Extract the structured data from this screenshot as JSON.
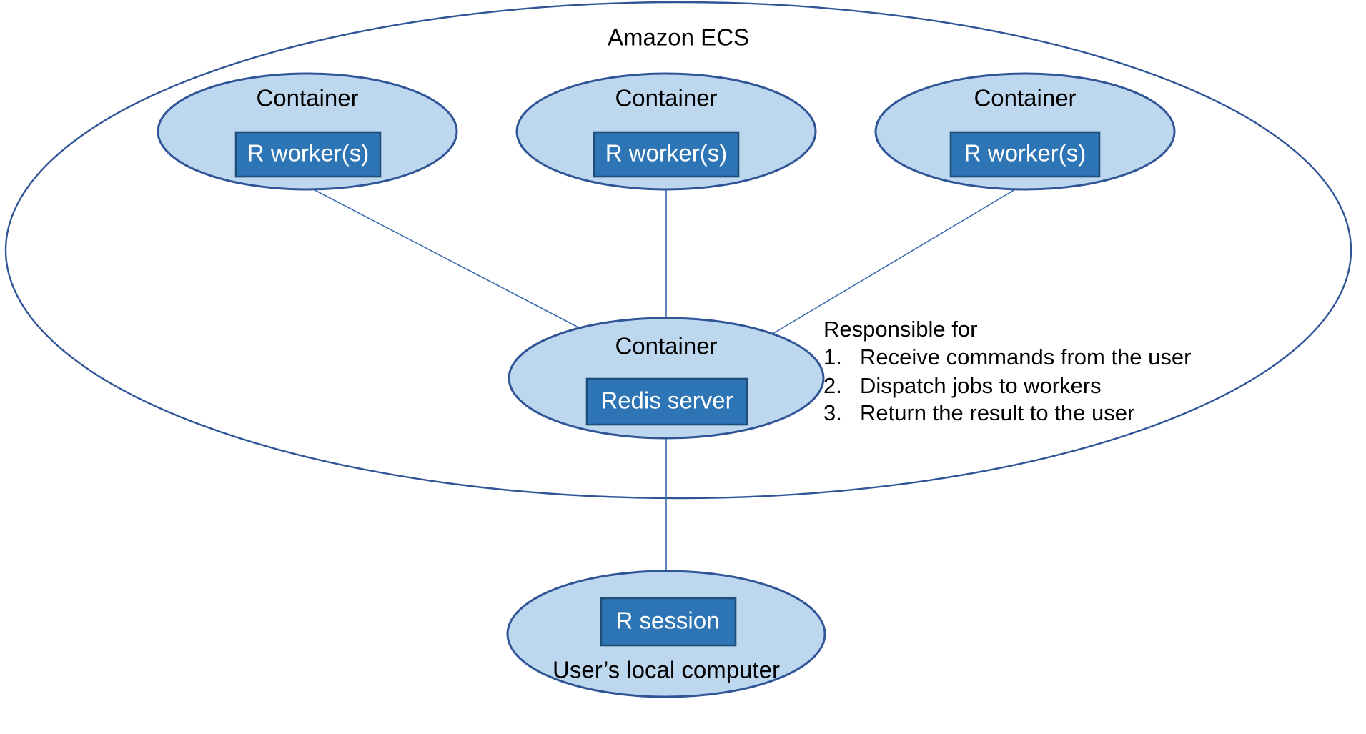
{
  "diagram": {
    "title": "Amazon ECS",
    "boundary_label": "Amazon ECS",
    "colors": {
      "boundary_stroke": "#2f5597",
      "node_fill": "#bdd7ee",
      "node_stroke": "#2f5597",
      "service_box_fill": "#2e75b6",
      "service_box_stroke": "#1f4e79",
      "service_box_text": "#ffffff",
      "connector": "#3a6bad",
      "background": "#ffffff",
      "text": "#000000"
    },
    "workers": [
      {
        "container_label": "Container",
        "service_label": "R worker(s)"
      },
      {
        "container_label": "Container",
        "service_label": "R worker(s)"
      },
      {
        "container_label": "Container",
        "service_label": "R worker(s)"
      }
    ],
    "broker": {
      "container_label": "Container",
      "service_label": "Redis server"
    },
    "client": {
      "service_label": "R session",
      "caption": "User’s local computer"
    },
    "note": {
      "heading": "Responsible for",
      "items": [
        {
          "number": "1.",
          "text": "Receive commands from the user"
        },
        {
          "number": "2.",
          "text": "Dispatch jobs to workers"
        },
        {
          "number": "3.",
          "text": "Return the result to the user"
        }
      ]
    }
  }
}
